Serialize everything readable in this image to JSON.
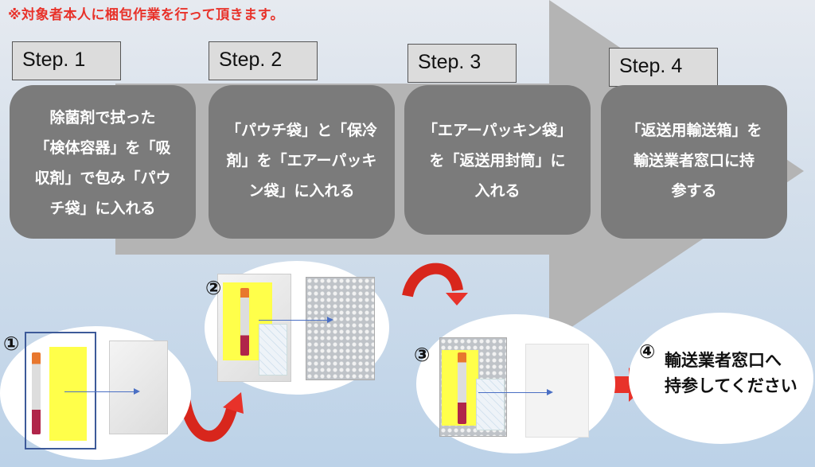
{
  "notice": "※対象者本人に梱包作業を行って頂きます。",
  "steps": [
    {
      "label": "Step. 1",
      "text_lines": [
        "除菌剤で拭った",
        "「検体容器」を「吸",
        "収剤」で包み「パウ",
        "チ袋」に入れる"
      ]
    },
    {
      "label": "Step. 2",
      "text_lines": [
        "「パウチ袋」と「保冷",
        "剤」を「エアーパッキ",
        "ン袋」に入れる"
      ]
    },
    {
      "label": "Step. 3",
      "text_lines": [
        "「エアーパッキン袋」",
        "を「返送用封筒」に",
        "入れる"
      ]
    },
    {
      "label": "Step. 4",
      "text_lines": [
        "「返送用輸送箱」を",
        "輸送業者窓口に持",
        "参する"
      ]
    }
  ],
  "markers": [
    "①",
    "②",
    "③",
    "④"
  ],
  "step4_instruction": [
    "輸送業者窓口へ",
    "持参してください"
  ],
  "colors": {
    "notice": "#e8322a",
    "step_box": "#7b7b7b",
    "arrow": "#b4b4b4",
    "red_arrow": "#e02a1e",
    "highlight": "#ffff4a"
  }
}
